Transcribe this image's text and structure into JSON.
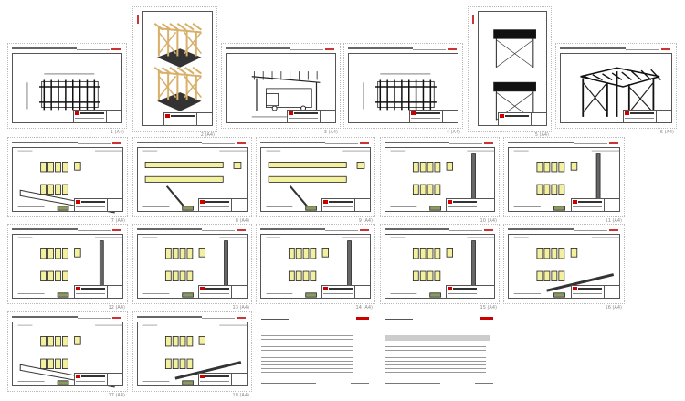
{
  "view": "page-overview",
  "accent_color": "#cc0000",
  "beam_color": "#f3f0a0",
  "timber_color": "#d9b06a",
  "pages": [
    {
      "label": "1 (A4)",
      "kind": "plan"
    },
    {
      "label": "2 (A4)",
      "kind": "iso-render"
    },
    {
      "label": "3 (A4)",
      "kind": "elevation"
    },
    {
      "label": "4 (A4)",
      "kind": "plan"
    },
    {
      "label": "5 (A4)",
      "kind": "sections"
    },
    {
      "label": "6 (A4)",
      "kind": "iso-line"
    },
    {
      "label": "7 (A4)",
      "kind": "part-long"
    },
    {
      "label": "8 (A4)",
      "kind": "part-beam"
    },
    {
      "label": "9 (A4)",
      "kind": "part-beam"
    },
    {
      "label": "10 (A4)",
      "kind": "part-post"
    },
    {
      "label": "11 (A4)",
      "kind": "part-post"
    },
    {
      "label": "12 (A4)",
      "kind": "part-post"
    },
    {
      "label": "13 (A4)",
      "kind": "part-post"
    },
    {
      "label": "14 (A4)",
      "kind": "part-post"
    },
    {
      "label": "15 (A4)",
      "kind": "part-post"
    },
    {
      "label": "16 (A4)",
      "kind": "part-diag"
    },
    {
      "label": "17 (A4)",
      "kind": "part-long"
    },
    {
      "label": "18 (A4)",
      "kind": "part-diag"
    },
    {
      "label": "",
      "kind": "list"
    },
    {
      "label": "",
      "kind": "list2"
    }
  ]
}
